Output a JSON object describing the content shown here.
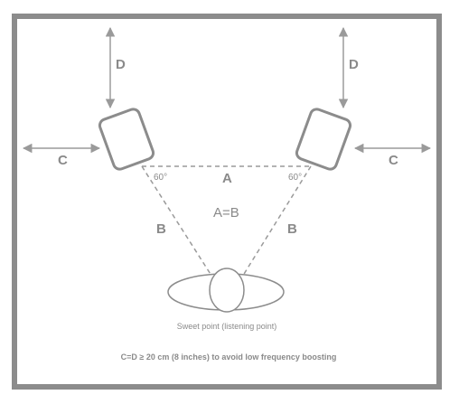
{
  "labels": {
    "d_left": "D",
    "d_right": "D",
    "c_left": "C",
    "c_right": "C",
    "a": "A",
    "b_left": "B",
    "b_right": "B",
    "angle_left": "60°",
    "angle_right": "60°",
    "equality": "A=B",
    "sweet_point": "Sweet point (listening point)",
    "footnote": "C=D ≥ 20 cm (8 inches) to avoid low frequency boosting"
  },
  "colors": {
    "room_wall": "#8c8c8c",
    "lines": "#9a9a9a",
    "text": "#8a8a8a"
  },
  "icons": [
    "left-speaker-icon",
    "right-speaker-icon",
    "listener-head-icon"
  ]
}
